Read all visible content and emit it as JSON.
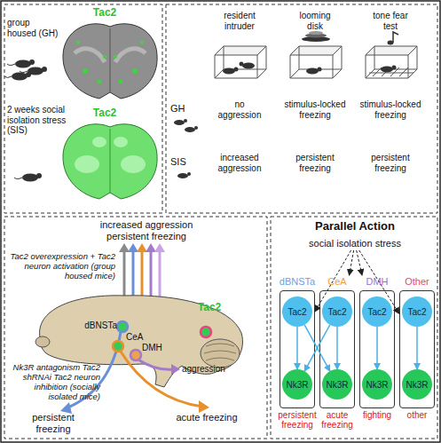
{
  "diagram": {
    "nodes": [
      {
        "text": [
          "social isolation stress"
        ]
      },
      {
        "text": [
          "dBNSTa",
          "persistent freezing"
        ]
      },
      {
        "text": [
          "Tac2"
        ],
        "in": 1
      },
      {
        "text": [
          "Nk3R"
        ],
        "in": 1
      },
      {
        "text": [
          "CeA",
          "acute freezing"
        ]
      },
      {
        "text": [
          "Tac2"
        ],
        "in": 4
      },
      {
        "text": [
          "Nk3R"
        ],
        "in": 4
      },
      {
        "text": [
          "DMH",
          "fighting"
        ]
      },
      {
        "text": [
          "Tac2"
        ],
        "in": 7
      },
      {
        "text": [
          "Nk3R"
        ],
        "in": 7
      },
      {
        "text": [
          "Other",
          "other"
        ]
      },
      {
        "text": [
          "Tac2"
        ],
        "in": 10
      },
      {
        "text": [
          "Nk3R"
        ],
        "in": 10
      }
    ],
    "edges": [
      {
        "from": 0,
        "to": 1,
        "arrow": "to"
      },
      {
        "from": 0,
        "to": 4,
        "arrow": "to"
      },
      {
        "from": 0,
        "to": 7,
        "arrow": "to"
      },
      {
        "from": 0,
        "to": 10,
        "arrow": "to"
      },
      {
        "from": 2,
        "to": 3,
        "arrow": "to"
      },
      {
        "from": 2,
        "to": 6,
        "arrow": "to"
      },
      {
        "from": 5,
        "to": 3,
        "arrow": "to"
      },
      {
        "from": 5,
        "to": 6,
        "arrow": "to"
      },
      {
        "from": 8,
        "to": 9,
        "arrow": "to"
      },
      {
        "from": 11,
        "to": 12,
        "arrow": "to"
      }
    ],
    "labels": [
      "group housed (GH)",
      "Tac2",
      "2 weeks social isolation stress (SIS)",
      "Tac2",
      "resident intruder",
      "looming disk",
      "tone fear test",
      "GH",
      "no aggression",
      "stimulus-locked freezing",
      "stimulus-locked freezing",
      "SIS",
      "increased aggression",
      "persistent freezing",
      "persistent freezing",
      "increased aggression persistent freezing",
      "Tac2 overexpression + Tac2 neuron activation (group housed mice)",
      "dBNSTa",
      "CeA",
      "DMH",
      "Tac2",
      "aggression",
      "Nk3R antagonism Tac2 shRNAi Tac2 neuron inhibition (socially isolated mice)",
      "persistent freezing",
      "acute freezing",
      "Parallel Action"
    ]
  }
}
